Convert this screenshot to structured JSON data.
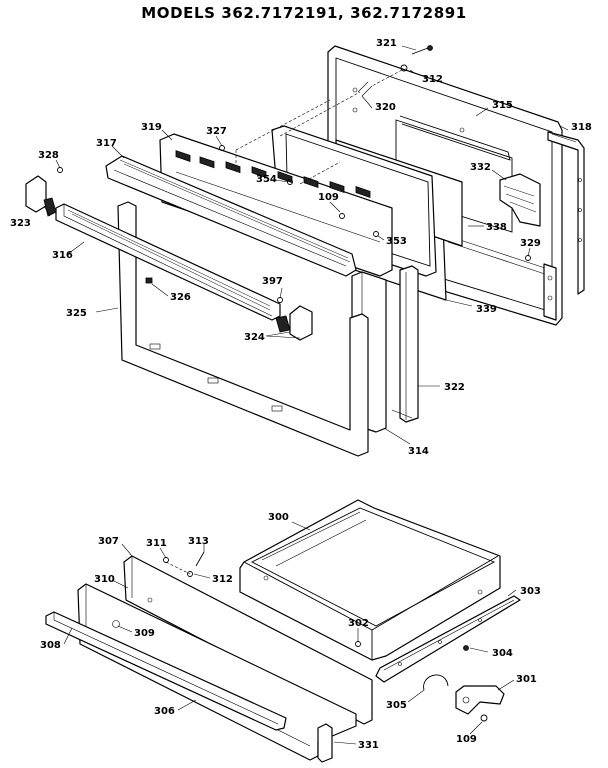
{
  "title": "MODELS 362.7172191, 362.7172891",
  "labels": {
    "l321": "321",
    "l312a": "312",
    "l315": "315",
    "l318": "318",
    "l320": "320",
    "l319": "319",
    "l327": "327",
    "l317": "317",
    "l328": "328",
    "l332": "332",
    "l354": "354",
    "l109a": "109",
    "l338": "338",
    "l323": "323",
    "l353": "353",
    "l329": "329",
    "l316": "316",
    "l397": "397",
    "l326": "326",
    "l339": "339",
    "l325": "325",
    "l324": "324",
    "l322": "322",
    "l314": "314",
    "l300": "300",
    "l307": "307",
    "l311": "311",
    "l313": "313",
    "l312b": "312",
    "l310": "310",
    "l303": "303",
    "l302": "302",
    "l309": "309",
    "l308": "308",
    "l304": "304",
    "l301": "301",
    "l305": "305",
    "l306": "306",
    "l109b": "109",
    "l331": "331"
  }
}
